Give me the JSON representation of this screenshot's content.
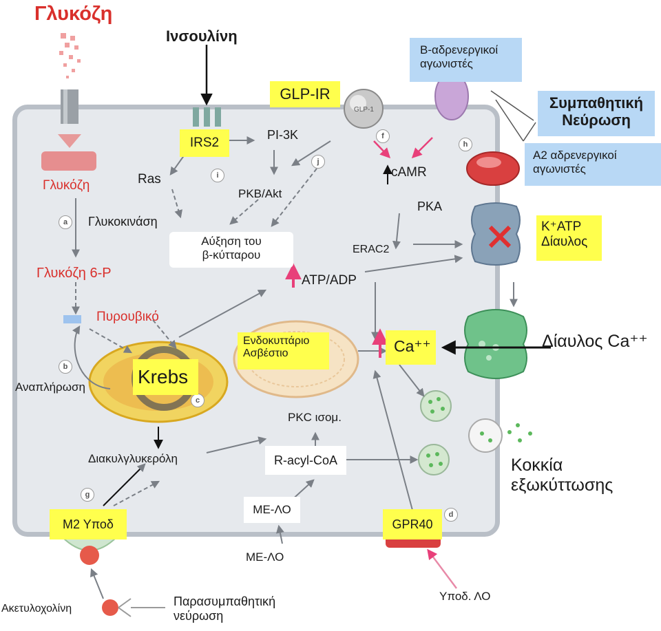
{
  "title": "Γλυκόζη",
  "labels": {
    "insulin": "Ινσουλίνη",
    "glp_ir": "GLP-IR",
    "beta_agonists_line1": "Β-αδρενεργικοί",
    "beta_agonists_line2": "αγωνιστές",
    "sympathetic_line1": "Συμπαθητική",
    "sympathetic_line2": "Νεύρωση",
    "a2_agonists_line1": "Α2 αδρενεργικοί",
    "a2_agonists_line2": "αγωνιστές",
    "glucose": "Γλυκόζη",
    "ras": "Ras",
    "irs2": "IRS2",
    "pi3k": "PI-3K",
    "pkb_akt": "PKB/Akt",
    "camp": "cAMR",
    "pka": "PKA",
    "katp_line1": "K⁺ATP",
    "katp_line2": "Δίαυλος",
    "glucokinase": "Γλυκοκινάση",
    "beta_growth_line1": "Αύξηση του",
    "beta_growth_line2": "β-κύτταρου",
    "erac2": "ERAC2",
    "glucose6p": "Γλυκόζη 6-Ρ",
    "atp_adp": "ATP/ADP",
    "pyruvate": "Πυρουβικό",
    "ca_channel": "Δίαυλος Ca⁺⁺",
    "er_ca_line1": "Ενδοκυττάριο",
    "er_ca_line2": "Ασβέστιο",
    "ca": "Ca⁺⁺",
    "anaplerosis": "Αναπλήρωση",
    "krebs": "Krebs",
    "pkc": "PKC ισομ.",
    "dag": "Διακυλγλυκερόλη",
    "racyl_coa": "R-acyl-CoA",
    "exocytosis_line1": "Κοκκία",
    "exocytosis_line2": "εξωκύττωσης",
    "me_lo_in": "ΜΕ-ΛΟ",
    "m2_receptor": "Μ2  Υποδ",
    "gpr40": "GPR40",
    "me_lo_out": "ΜΕ-ΛΟ",
    "acetylcholine": "Ακετυλοχολίνη",
    "parasym_line1": "Παρασυμπαθητική",
    "parasym_line2": "νεύρωση",
    "lo_receptor": "Υποδ. ΛΟ"
  },
  "letters": [
    "a",
    "b",
    "c",
    "d",
    "f",
    "g",
    "h",
    "i",
    "j"
  ],
  "colors": {
    "accent_red": "#d9302c",
    "highlight_yellow": "#ffff4d",
    "highlight_blue": "#b8d8f5",
    "up_arrow_pink": "#e8407a",
    "cell_fill": "#e6e9ed"
  }
}
